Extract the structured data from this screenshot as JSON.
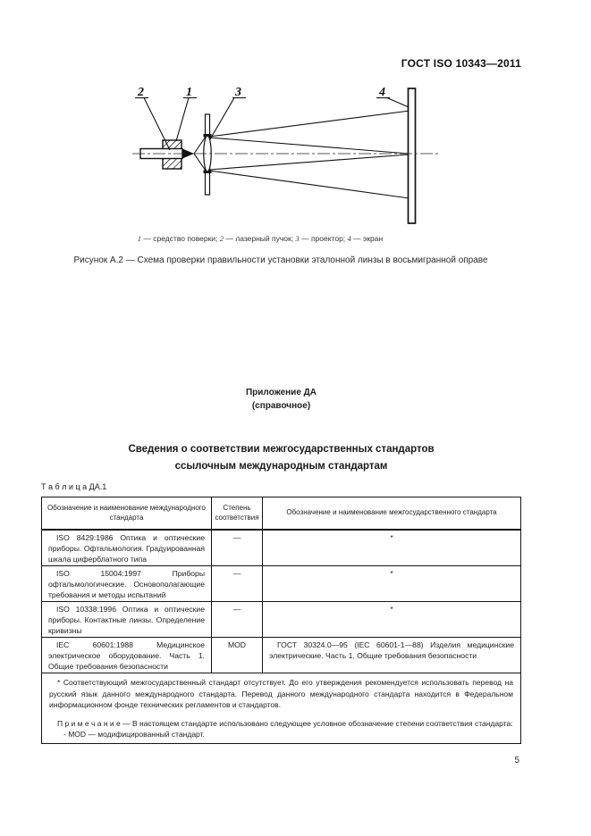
{
  "document": {
    "header": "ГОСТ ISO 10343—2011",
    "page_number": "5"
  },
  "figure": {
    "callouts": [
      "2",
      "1",
      "3",
      "4"
    ],
    "legend_parts": [
      {
        "num": "1",
        "text": " — средство поверки; "
      },
      {
        "num": "2",
        "text": " — лазерный пучок; "
      },
      {
        "num": "3",
        "text": " — проектор; "
      },
      {
        "num": "4",
        "text": " — экран"
      }
    ],
    "caption": "Рисунок А.2 — Схема проверки правильности установки эталонной линзы в восьмигранной оправе"
  },
  "annex": {
    "label": "Приложение ДА",
    "type": "(справочное)",
    "title_line1": "Сведения о соответствии межгосударственных стандартов",
    "title_line2": "ссылочным международным стандартам"
  },
  "table": {
    "label": "Т а б л и ц а  ДА.1",
    "headers": [
      "Обозначение и наименование международного стандарта",
      "Степень соответствия",
      "Обозначение и наименование межгосударственного стандарта"
    ],
    "rows": [
      {
        "intl": "ISO 8429:1986 Оптика и оптические приборы. Офтальмология. Градуированная шкала циферблатного типа",
        "degree": "—",
        "interstate": "*"
      },
      {
        "intl": "ISO 15004:1997 Приборы офтальмологические. Основополагающие требования и методы испытаний",
        "degree": "—",
        "interstate": "*"
      },
      {
        "intl": "ISO 10338:1996 Оптика и оптические приборы. Контактные линзы. Определение кривизны",
        "degree": "—",
        "interstate": "*"
      },
      {
        "intl": "IEC 60601:1988 Медицинское электрическое оборудование. Часть 1. Общие требования безопасности",
        "degree": "MOD",
        "interstate": "ГОСТ 30324.0—95 (IEC 60601-1—88) Изделия медицинские электрические. Часть 1. Общие требования безопасности"
      }
    ],
    "footnote": "* Соответствующий межгосударственный стандарт отсутствует. До его утверждения рекомендуется использовать перевод на русский язык данного международного стандарта. Перевод данного международного стандарта находится в Федеральном информационном фонде технических регламентов и стандартов.",
    "note_label": "П р и м е ч а н и е",
    "note_text": " — В настоящем стандарте использовано следующее условное обозначение степени соответствия стандарта:",
    "note_item": "- MOD — модифицированный стандарт."
  }
}
